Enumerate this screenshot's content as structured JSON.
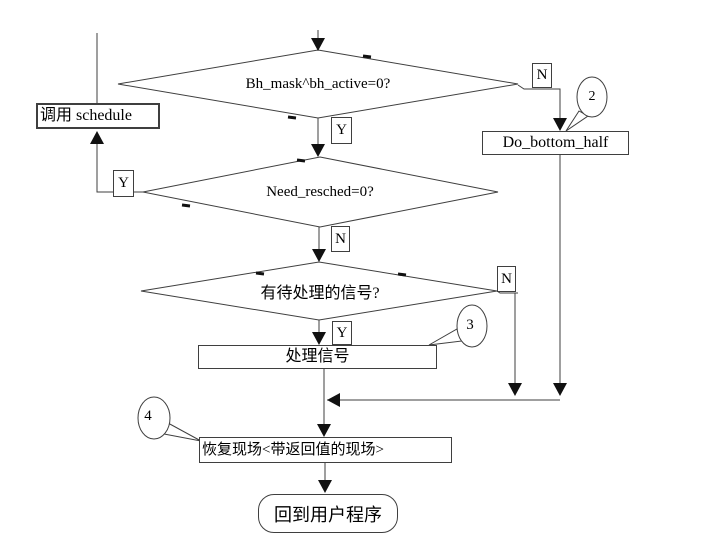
{
  "flowchart": {
    "branch": {
      "yes": "Y",
      "no": "N"
    },
    "decisions": [
      {
        "label": "Bh_mask^bh_active=0?"
      },
      {
        "label": "Need_resched=0?"
      },
      {
        "label": "有待处理的信号?"
      }
    ],
    "processes": [
      {
        "label": "调用 schedule"
      },
      {
        "label": "Do_bottom_half"
      },
      {
        "label": "处理信号"
      },
      {
        "label": "恢复现场<带返回值的现场>"
      }
    ],
    "terminal": {
      "label": "回到用户程序"
    },
    "callouts": [
      {
        "number": "2"
      },
      {
        "number": "3"
      },
      {
        "number": "4"
      }
    ],
    "colors": {
      "line": "#3f3f3f",
      "arrow": "#111111",
      "text": "#000000",
      "background": "#ffffff"
    }
  }
}
